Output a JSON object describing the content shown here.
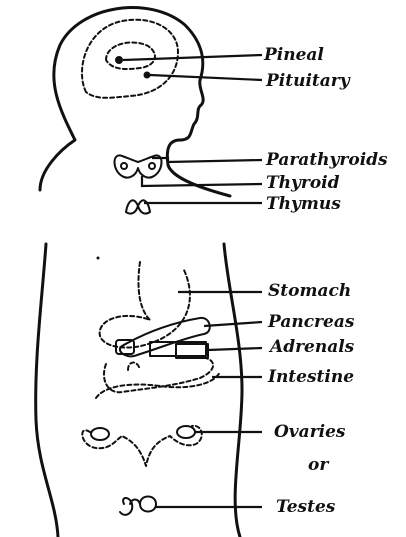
{
  "labels": {
    "pineal": "Pineal",
    "pituitary": "Pituitary",
    "parathyroids": "Parathyroids",
    "thyroid": "Thyroid",
    "thymus": "Thymus",
    "stomach": "Stomach",
    "pancreas": "Pancreas",
    "adrenals": "Adrenals",
    "intestine": "Intestine",
    "ovaries": "Ovaries",
    "or": "or",
    "testes": "Testes"
  }
}
